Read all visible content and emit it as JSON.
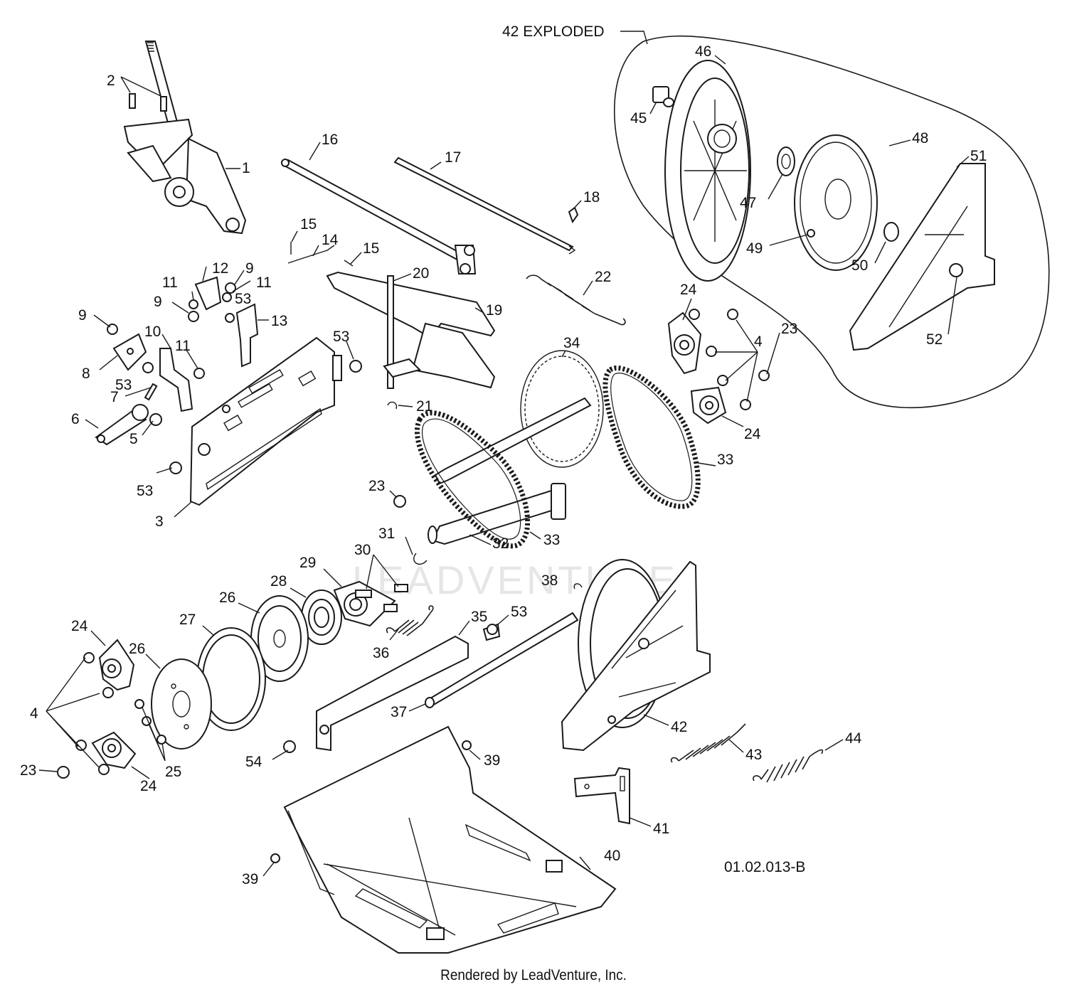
{
  "diagram": {
    "exploded_callout": "42 EXPLODED",
    "drawing_number": "01.02.013-B",
    "credit": "Rendered by LeadVenture, Inc.",
    "watermark": "LEADVENTURE",
    "labels": {
      "l1": "1",
      "l2": "2",
      "l3": "3",
      "l4a": "4",
      "l4b": "4",
      "l5": "5",
      "l6": "6",
      "l7": "7",
      "l8": "8",
      "l9a": "9",
      "l9b": "9",
      "l9c": "9",
      "l10": "10",
      "l11a": "11",
      "l11b": "11",
      "l11c": "11",
      "l12": "12",
      "l13": "13",
      "l14": "14",
      "l15a": "15",
      "l15b": "15",
      "l16": "16",
      "l17": "17",
      "l18": "18",
      "l19": "19",
      "l20": "20",
      "l21": "21",
      "l22": "22",
      "l23a": "23",
      "l23b": "23",
      "l23c": "23",
      "l24a": "24",
      "l24b": "24",
      "l24c": "24",
      "l24d": "24",
      "l25": "25",
      "l26a": "26",
      "l26b": "26",
      "l27": "27",
      "l28": "28",
      "l29": "29",
      "l30": "30",
      "l31": "31",
      "l32": "32",
      "l33a": "33",
      "l33b": "33",
      "l34": "34",
      "l35": "35",
      "l36": "36",
      "l37": "37",
      "l38": "38",
      "l39a": "39",
      "l39b": "39",
      "l40": "40",
      "l41": "41",
      "l42": "42",
      "l43": "43",
      "l44": "44",
      "l45": "45",
      "l46": "46",
      "l47": "47",
      "l48": "48",
      "l49": "49",
      "l50": "50",
      "l51": "51",
      "l52": "52",
      "l53a": "53",
      "l53b": "53",
      "l53c": "53",
      "l53d": "53",
      "l53e": "53",
      "l54": "54"
    }
  }
}
